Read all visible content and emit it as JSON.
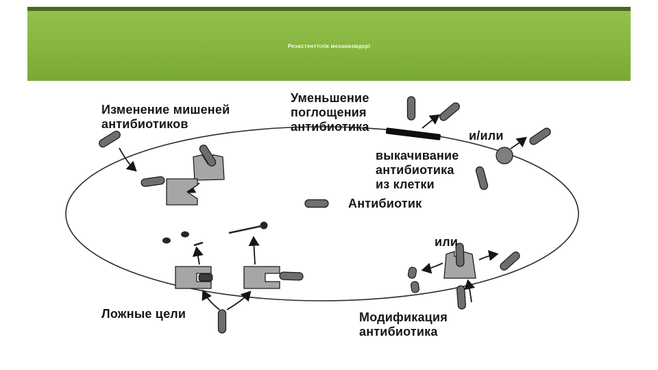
{
  "slide": {
    "title": "Резистенттілік механизмдері"
  },
  "diagram": {
    "labels": {
      "target_change": "Изменение мишеней\nантибиотиков",
      "uptake": "Уменьшение\nпоглощения\nантибиотика",
      "and_or": "и/или",
      "efflux": "выкачивание\nантибиотика\nиз клетки",
      "antibiotic_legend": "Антибиотик",
      "or": "или",
      "false_targets": "Ложные цели",
      "modification": "Модификация\nантибиотика"
    },
    "icons": {
      "cell": "cell-membrane-ellipse",
      "rod": "antibiotic-rod",
      "pump": "efflux-pump-circle",
      "barrier": "membrane-barrier-bar",
      "receptor": "target-receptor",
      "enzyme": "modifying-enzyme"
    }
  },
  "colors": {
    "header_green": "#86b43e",
    "header_edge_green": "#4b671e",
    "rod_gray": "#6e6e6e",
    "receptor_gray": "#a6a6a6",
    "ink": "#161616",
    "background": "#ffffff"
  }
}
